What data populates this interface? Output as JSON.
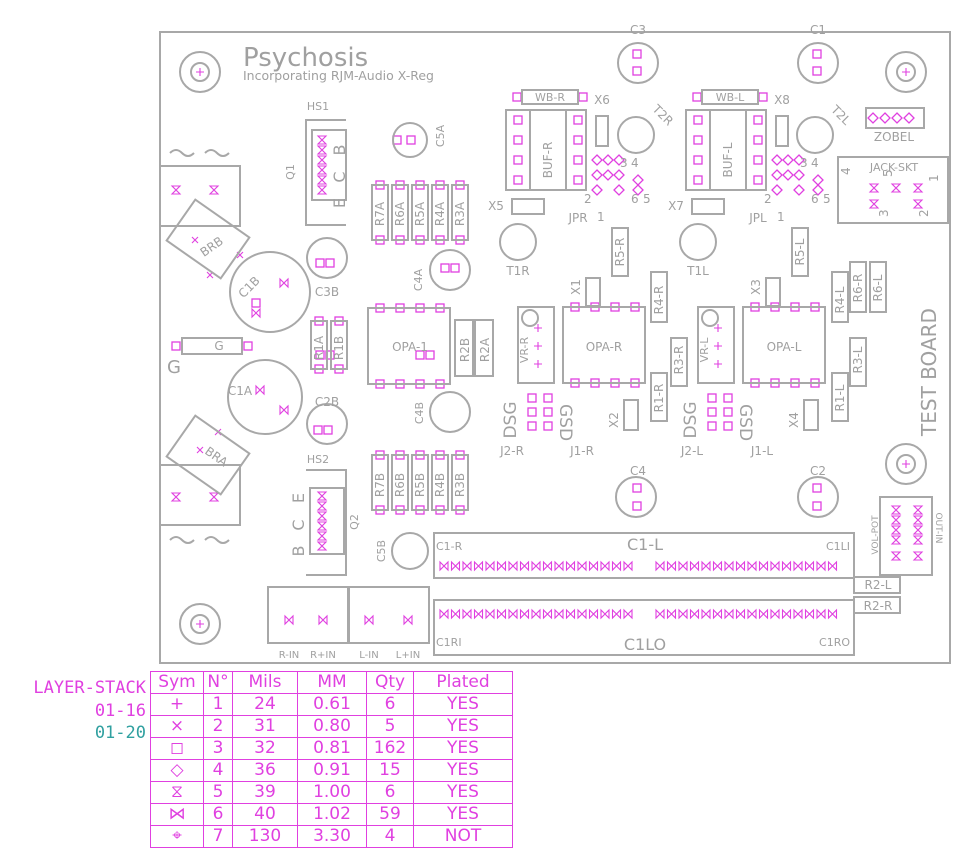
{
  "board": {
    "title": "Psychosis",
    "subtitle": "Incorporating RJM-Audio X-Reg",
    "side_label": "TEST BOARD",
    "components": [
      "HS1",
      "Q1",
      "E",
      "C",
      "B",
      "C5A",
      "R7A",
      "R6A",
      "R5A",
      "R4A",
      "R3A",
      "BRB",
      "C1B",
      "C3B",
      "C4A",
      "R1A",
      "R1B",
      "G",
      "G",
      "R2B",
      "R2A",
      "OPA-1",
      "C1A",
      "BRA",
      "C2B",
      "HS2",
      "Q2",
      "B",
      "C",
      "E",
      "R7B",
      "R6B",
      "R5B",
      "R4B",
      "R3B",
      "C4B",
      "C5B",
      "C3",
      "C1",
      "WB-R",
      "WB-L",
      "X6",
      "X8",
      "T2R",
      "T2L",
      "ZOBEL",
      "BUF-R",
      "BUF-L",
      "JACK-SKT",
      "X5",
      "X7",
      "JPR",
      "JPL",
      "T1R",
      "T1L",
      "R5-R",
      "R5-L",
      "X1",
      "X3",
      "R4-R",
      "R4-L",
      "R6-R",
      "R6-L",
      "OPA-R",
      "OPA-L",
      "VR-R",
      "VR-L",
      "R3-R",
      "R3-L",
      "R1-R",
      "R1-L",
      "X2",
      "X4",
      "DSG",
      "DSG",
      "J2-R",
      "J1-R",
      "J2-L",
      "J1-L",
      "C4",
      "C2",
      "VOL-POT",
      "OUT-IN",
      "C1-L",
      "C1-R",
      "C1LI",
      "C1LO",
      "C1RI",
      "C1RO",
      "R2-L",
      "R2-R",
      "R-IN",
      "R+IN",
      "L-IN",
      "L+IN"
    ],
    "jumper_digits": [
      "3",
      "4",
      "2",
      "6",
      "5",
      "1"
    ],
    "jack_digits": [
      "4",
      "5",
      "1",
      "3",
      "2"
    ]
  },
  "legend": {
    "title": "LAYER-STACK",
    "layers_a": "01-16",
    "layers_b": "01-20"
  },
  "drill_table": {
    "headers": [
      "Sym",
      "N°",
      "Mils",
      "MM",
      "Qty",
      "Plated"
    ],
    "rows": [
      [
        "+",
        "1",
        "24",
        "0.61",
        "6",
        "YES"
      ],
      [
        "×",
        "2",
        "31",
        "0.80",
        "5",
        "YES"
      ],
      [
        "◻",
        "3",
        "32",
        "0.81",
        "162",
        "YES"
      ],
      [
        "◇",
        "4",
        "36",
        "0.91",
        "15",
        "YES"
      ],
      [
        "⧖",
        "5",
        "39",
        "1.00",
        "6",
        "YES"
      ],
      [
        "⋈",
        "6",
        "40",
        "1.02",
        "59",
        "YES"
      ],
      [
        "⌖",
        "7",
        "130",
        "3.30",
        "4",
        "NOT"
      ]
    ]
  },
  "colors": {
    "silk": "#a8a8a8",
    "pad": "#e040e0",
    "layer_b": "#30a0a0"
  }
}
